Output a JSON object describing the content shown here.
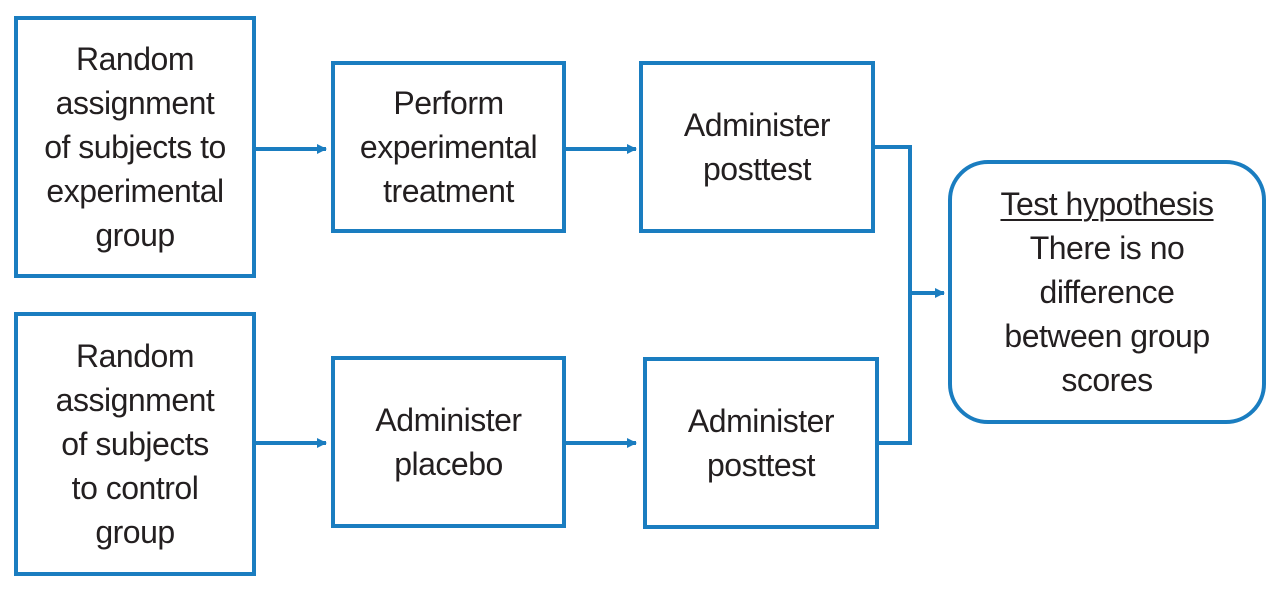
{
  "colors": {
    "stroke": "#1a7dc0",
    "text": "#231f20",
    "background": "#ffffff"
  },
  "nodes": {
    "experimental_assignment": {
      "lines": [
        "Random",
        "assignment",
        "of subjects to",
        "experimental",
        "group"
      ]
    },
    "experimental_treatment": {
      "lines": [
        "Perform",
        "experimental",
        "treatment"
      ]
    },
    "experimental_posttest": {
      "lines": [
        "Administer",
        "posttest"
      ]
    },
    "control_assignment": {
      "lines": [
        "Random",
        "assignment",
        "of subjects",
        "to control",
        "group"
      ]
    },
    "control_placebo": {
      "lines": [
        "Administer",
        "placebo"
      ]
    },
    "control_posttest": {
      "lines": [
        "Administer",
        "posttest"
      ]
    },
    "hypothesis": {
      "heading": "Test hypothesis",
      "lines": [
        "There is no",
        "difference",
        "between group",
        "scores"
      ]
    }
  }
}
